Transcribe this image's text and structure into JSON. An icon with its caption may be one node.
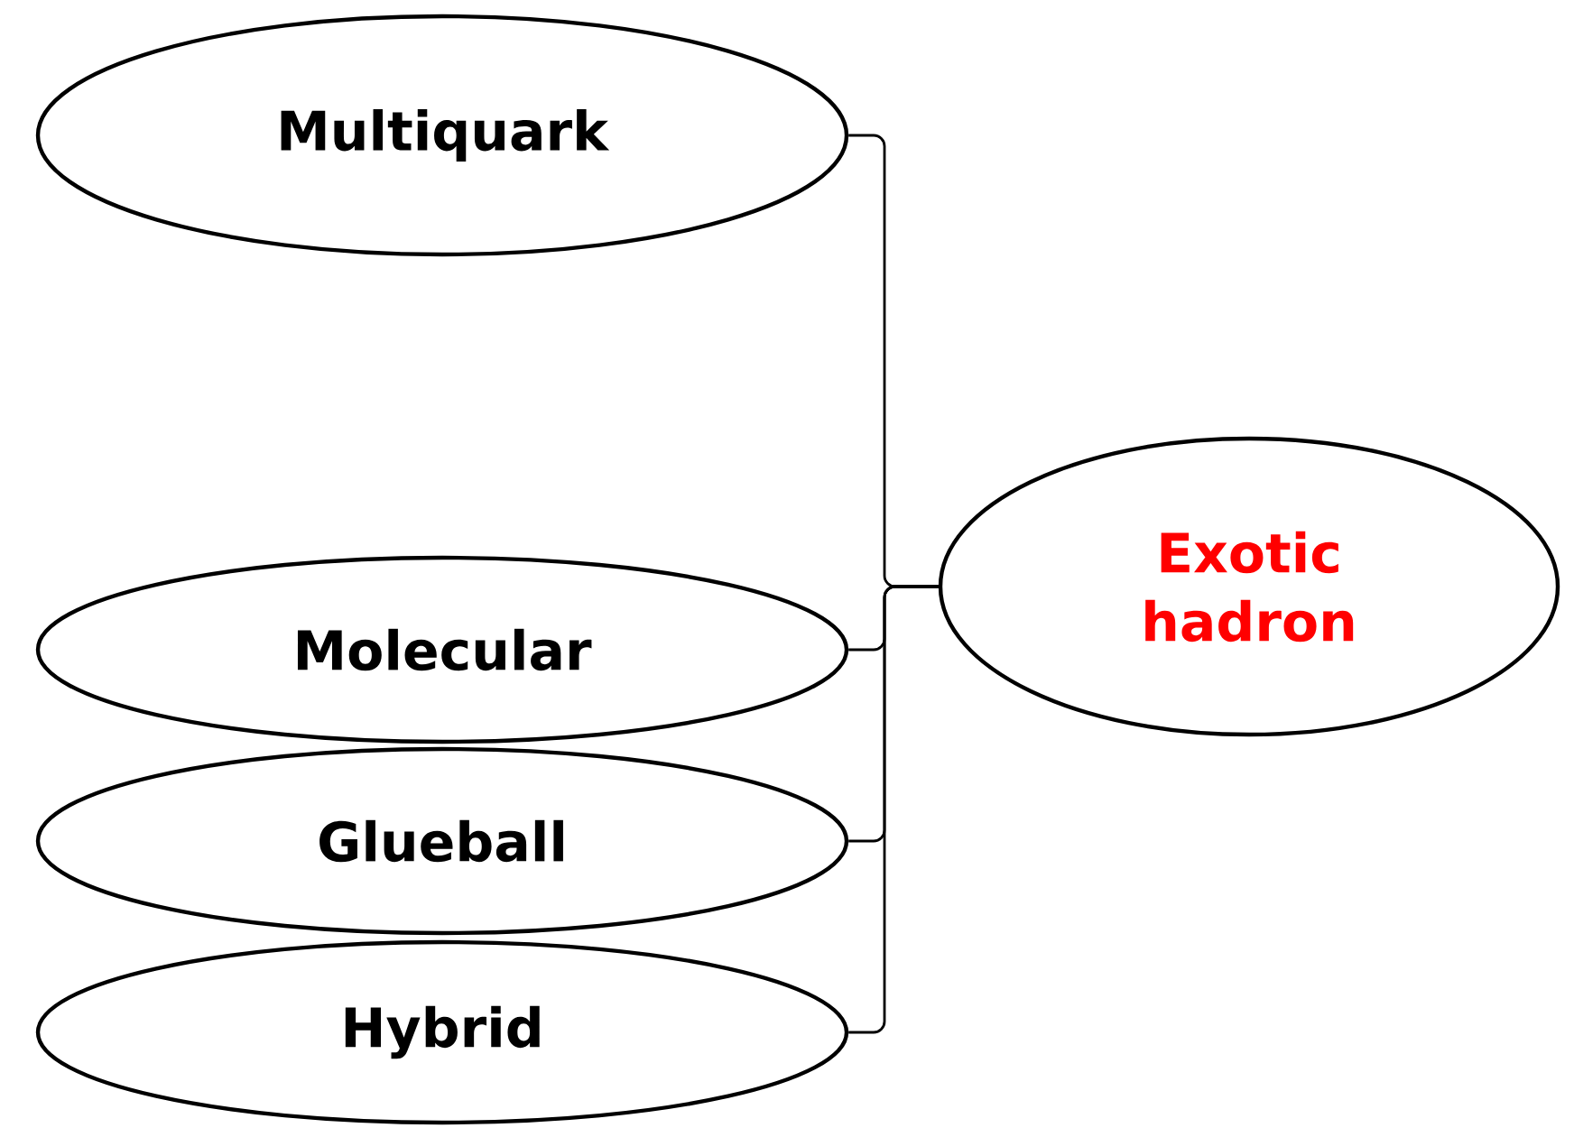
{
  "diagram": {
    "nodes": [
      {
        "text": [
          "Multiquark"
        ]
      },
      {
        "text": [
          "Molecular"
        ]
      },
      {
        "text": [
          "Glueball"
        ]
      },
      {
        "text": [
          "Hybrid"
        ]
      },
      {
        "text": [
          "Exotic hadron"
        ]
      }
    ],
    "edges": [
      {
        "from": 0,
        "to": 4,
        "arrow": "none"
      },
      {
        "from": 1,
        "to": 4,
        "arrow": "none"
      },
      {
        "from": 2,
        "to": 4,
        "arrow": "none"
      },
      {
        "from": 3,
        "to": 4,
        "arrow": "none"
      }
    ]
  }
}
